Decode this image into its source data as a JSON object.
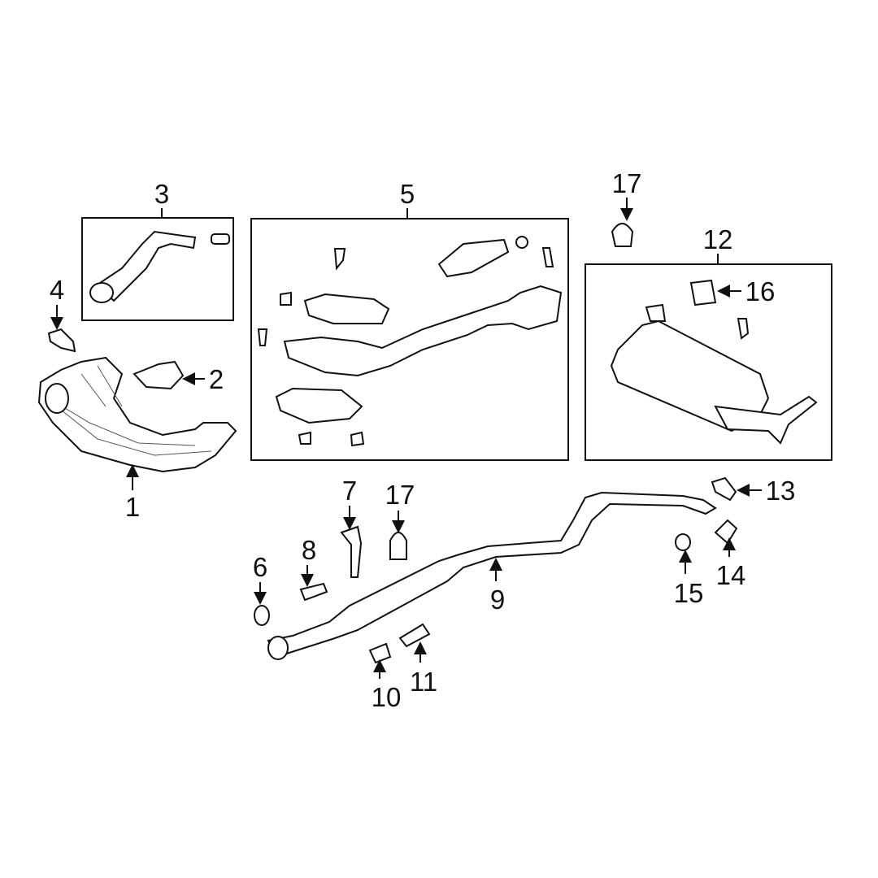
{
  "title": "Exhaust system parts diagram",
  "callouts": {
    "c1": "1",
    "c2": "2",
    "c3": "3",
    "c4": "4",
    "c5": "5",
    "c6": "6",
    "c7": "7",
    "c8": "8",
    "c9": "9",
    "c10": "10",
    "c11": "11",
    "c12": "12",
    "c13": "13",
    "c14": "14",
    "c15": "15",
    "c16": "16",
    "c17a": "17",
    "c17b": "17"
  }
}
